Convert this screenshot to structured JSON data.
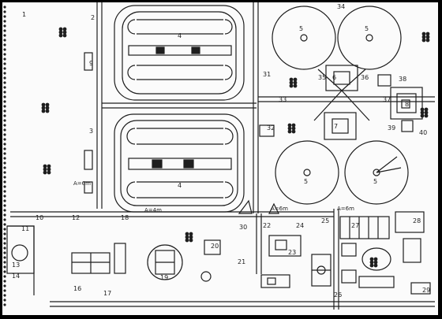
{
  "labels": {
    "n1": "1",
    "n2": "2",
    "n3": "3",
    "n4": "4",
    "n5": "5",
    "n6": "6",
    "n7": "7",
    "n8": "8",
    "n9": "9",
    "n10": "10",
    "n11": "11",
    "n12": "12",
    "n13": "13",
    "n14": "14",
    "n16": "16",
    "n17": "17",
    "n18": "18",
    "n19": "19",
    "n20": "20",
    "n21": "21",
    "n22": "22",
    "n23": "23",
    "n24": "24",
    "n25": "25",
    "n26": "26",
    "n27": "27",
    "n28": "28",
    "n29": "29",
    "n30": "30",
    "n31": "31",
    "n32": "32",
    "n33": "33",
    "n34": "34",
    "n35": "35",
    "n36": "36",
    "n37": "37",
    "n38": "38",
    "n39": "39",
    "n40": "40",
    "road1": "A=6m",
    "road2": "A=4m",
    "road3": "A=6m",
    "road4": "A=6m"
  },
  "colors": {
    "ink": "#1e1e1e",
    "paper": "#fbfbfb",
    "border": "#000000"
  },
  "icons": [
    "tree-cluster",
    "basketball-court",
    "water-tower",
    "pump-house"
  ]
}
